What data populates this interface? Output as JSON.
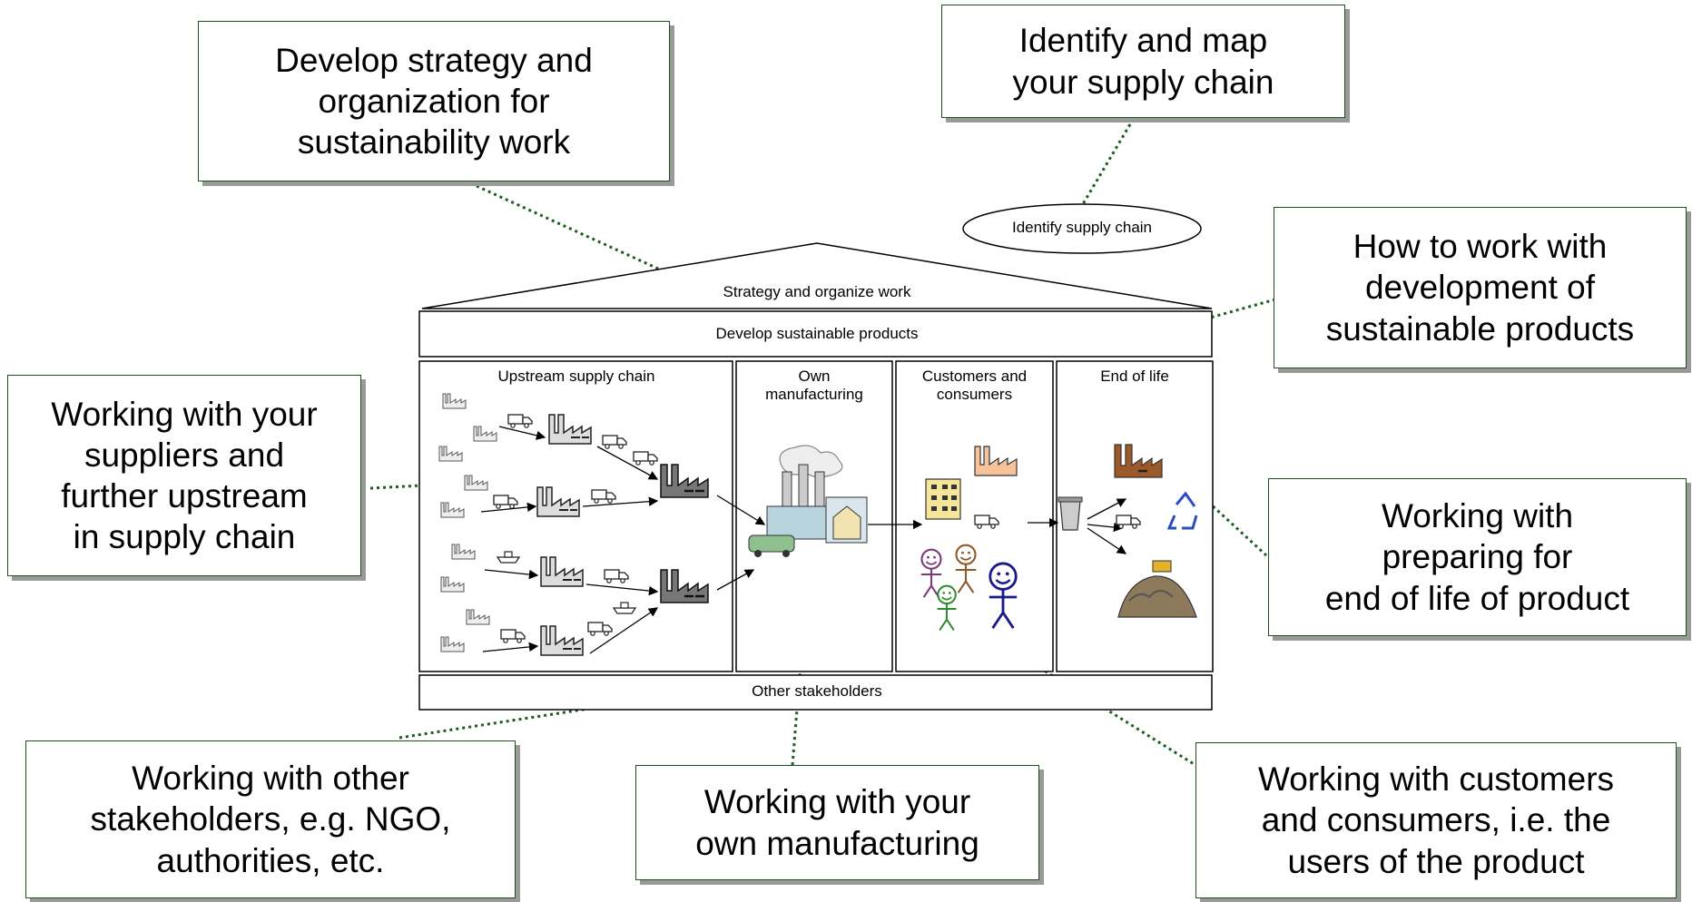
{
  "callouts": {
    "strategy": "Develop strategy and\norganization for\nsustainability work",
    "map_supply": "Identify and map\nyour supply chain",
    "products": "How to work with\ndevelopment of\nsustainable products",
    "suppliers": "Working with your\nsuppliers and\nfurther upstream\nin supply chain",
    "end_of_life": "Working with\npreparing for\nend of life of product",
    "stakeholders": "Working with other\nstakeholders, e.g. NGO,\nauthorities, etc.",
    "manufacturing": "Working with your\nown manufacturing",
    "customers": "Working with customers\nand consumers, i.e. the\nusers of the product"
  },
  "house": {
    "identify_supply_chain": "Identify supply chain",
    "roof": "Strategy and organize work",
    "develop": "Develop sustainable products",
    "upstream": "Upstream supply chain",
    "own_manufacturing": "Own\nmanufacturing",
    "customers": "Customers and\nconsumers",
    "end_of_life": "End of life",
    "other_stakeholders": "Other stakeholders"
  },
  "colors": {
    "callout_border": "#1f4e1f",
    "connector": "#1f5c1f",
    "shadow": "#9a9a9a"
  },
  "icons": [
    "factory-icon",
    "truck-icon",
    "ship-icon",
    "building-icon",
    "trash-can-icon",
    "recycle-icon",
    "landfill-icon",
    "stick-figure-icon"
  ]
}
